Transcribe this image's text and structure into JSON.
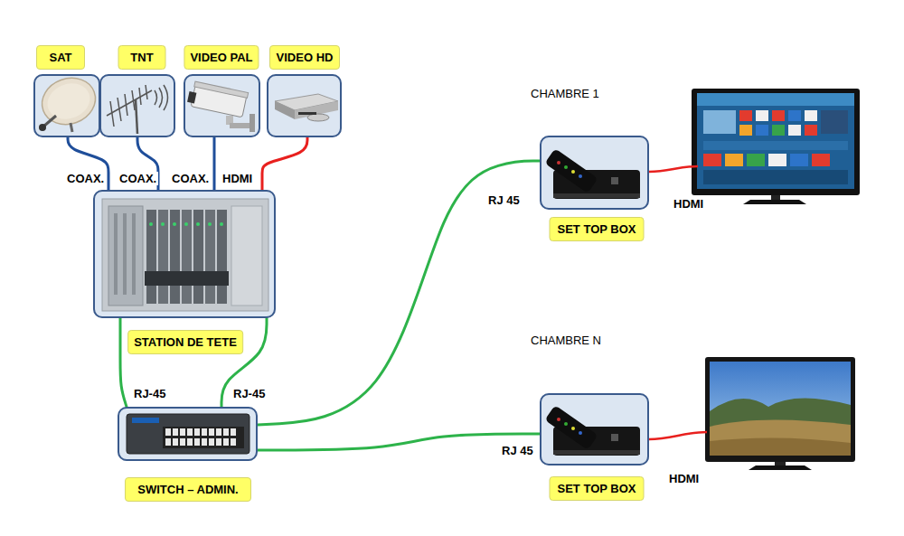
{
  "diagram": {
    "nodes": [
      {
        "text": [
          "SAT"
        ]
      },
      {
        "text": [
          "TNT"
        ]
      },
      {
        "text": [
          "VIDEO PAL"
        ]
      },
      {
        "text": [
          "VIDEO HD"
        ]
      },
      {
        "text": [
          "STATION DE TETE"
        ]
      },
      {
        "text": [
          "SET TOP BOX"
        ]
      },
      {
        "text": [
          "SWITCH – ADMIN."
        ]
      },
      {
        "text": [
          "SET TOP BOX"
        ]
      }
    ],
    "edges": [
      {
        "from": 0,
        "to": 4,
        "label": "COAX.",
        "arrow": "none"
      },
      {
        "from": 1,
        "to": 4,
        "label": "COAX.",
        "arrow": "none"
      },
      {
        "from": 2,
        "to": 4,
        "label": "COAX.",
        "arrow": "none"
      },
      {
        "from": 3,
        "to": 4,
        "label": "HDMI",
        "arrow": "none"
      },
      {
        "from": 4,
        "to": 6,
        "label": "RJ-45",
        "arrow": "none"
      },
      {
        "from": 4,
        "to": 6,
        "label": "RJ-45",
        "arrow": "none"
      },
      {
        "from": 6,
        "to": 5,
        "label": "RJ 45",
        "arrow": "none"
      },
      {
        "from": 6,
        "to": 7,
        "label": "RJ 45",
        "arrow": "none"
      }
    ],
    "labels": [
      "CHAMBRE 1",
      "CHAMBRE N",
      "HDMI",
      "HDMI"
    ]
  }
}
